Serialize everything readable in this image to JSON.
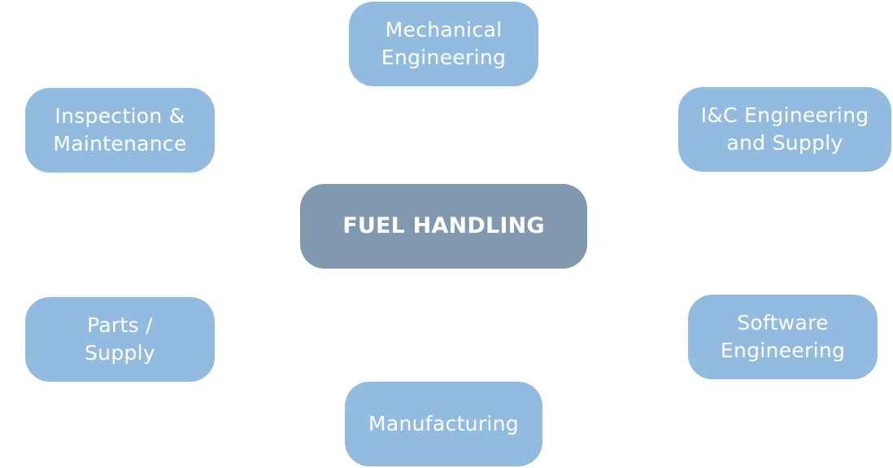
{
  "center": {
    "label": "FUEL HANDLING"
  },
  "nodes": {
    "mechanical_engineering": {
      "line1": "Mechanical",
      "line2": "Engineering"
    },
    "inspection_maintenance": {
      "line1": "Inspection &",
      "line2": "Maintenance"
    },
    "ic_engineering_supply": {
      "line1": "I&C Engineering",
      "line2": "and Supply"
    },
    "parts_supply": {
      "line1": "Parts /",
      "line2": "Supply"
    },
    "software_engineering": {
      "line1": "Software",
      "line2": "Engineering"
    },
    "manufacturing": {
      "line1": "Manufacturing"
    }
  },
  "colors": {
    "node_fill": "#93bbdf",
    "center_fill": "#8199ae",
    "text": "#ffffff"
  }
}
